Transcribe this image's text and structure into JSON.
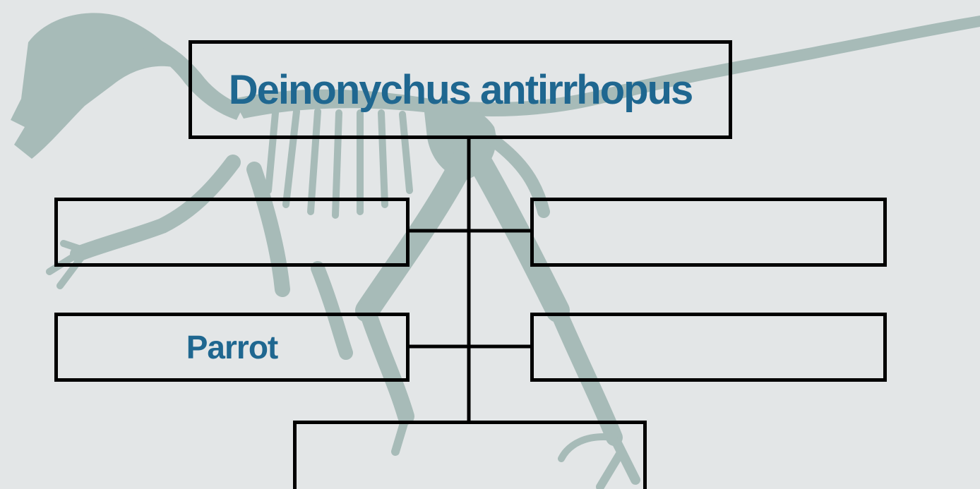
{
  "diagram": {
    "root_label": "Deinonychus antirrhopus",
    "left_1_label": "",
    "right_1_label": "",
    "left_2_label": "Parrot",
    "right_2_label": "",
    "bottom_label": ""
  },
  "colors": {
    "background": "#e3e6e7",
    "skeleton": "#a7bbb8",
    "label_text": "#1f6790",
    "lines": "#000000"
  },
  "icons": {
    "background_art": "dinosaur-skeleton-illustration"
  }
}
